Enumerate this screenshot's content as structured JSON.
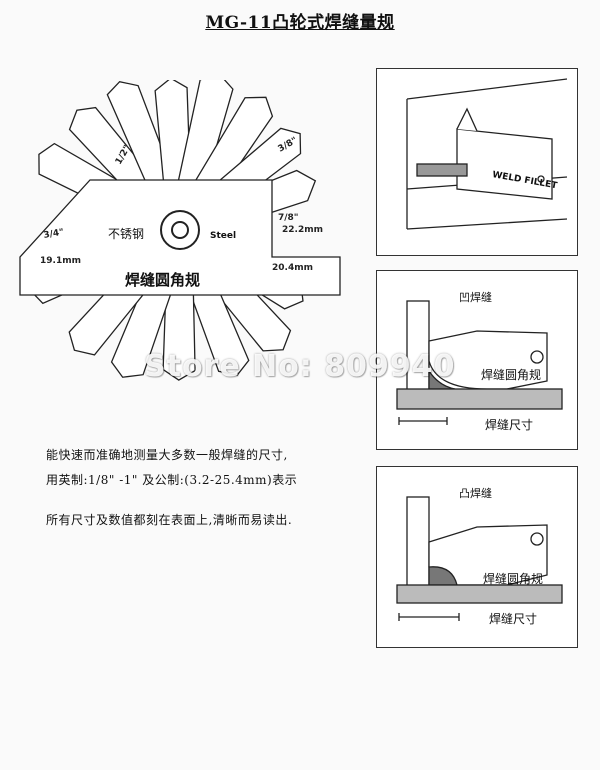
{
  "document": {
    "title": "MG-11凸轮式焊缝量规",
    "description_lines": [
      "能快速而准确地测量大多数一般焊缝的尺寸,",
      "用英制:1/8\" -1\" 及公制:(3.2-25.4mm)表示",
      "所有尺寸及数值都刻在表面上,清晰而易读出."
    ],
    "watermark": "Store No: 809940"
  },
  "gauge": {
    "material_label": "不锈钢",
    "steel_label": "Steel",
    "name_label": "焊缝圆角规",
    "blade_labels": [
      "3/4\"",
      "19.1mm",
      "1/2\"",
      "3/8\"",
      "7/8\"",
      "22.2mm",
      "20.4mm"
    ]
  },
  "panels": {
    "top": {
      "gauge_text": "WELD FILLET"
    },
    "concave": {
      "title": "凹焊缝",
      "gauge_name": "焊缝圆角规",
      "size_label": "焊缝尺寸"
    },
    "convex": {
      "title": "凸焊缝",
      "gauge_name": "焊缝圆角规",
      "size_label": "焊缝尺寸"
    }
  }
}
